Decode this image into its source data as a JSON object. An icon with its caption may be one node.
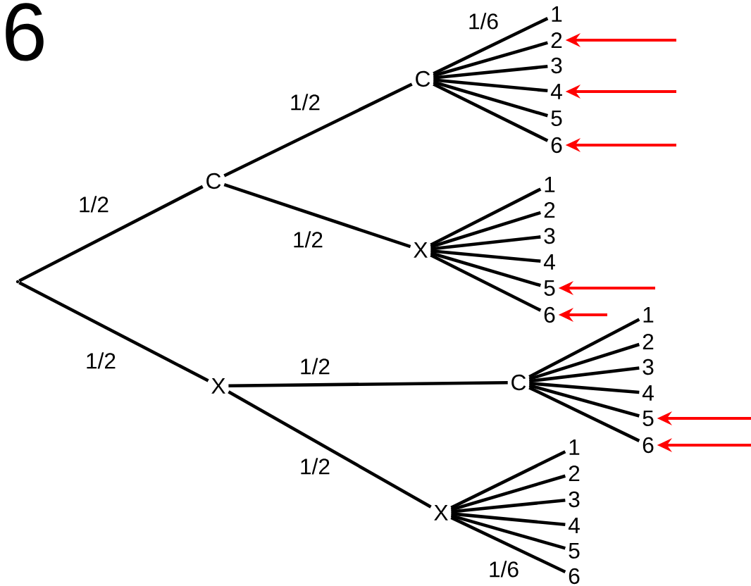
{
  "diagram": {
    "nodes": [
      {
        "text": [],
        "shape": "point"
      },
      {
        "text": [
          "C"
        ]
      },
      {
        "text": [
          "X"
        ]
      },
      {
        "text": [
          "C"
        ]
      },
      {
        "text": [
          "X"
        ]
      },
      {
        "text": [
          "C"
        ]
      },
      {
        "text": [
          "X"
        ]
      },
      {
        "text": [
          "1"
        ]
      },
      {
        "text": [
          "2"
        ]
      },
      {
        "text": [
          "3"
        ]
      },
      {
        "text": [
          "4"
        ]
      },
      {
        "text": [
          "5"
        ]
      },
      {
        "text": [
          "6"
        ]
      },
      {
        "text": [
          "1"
        ]
      },
      {
        "text": [
          "2"
        ]
      },
      {
        "text": [
          "3"
        ]
      },
      {
        "text": [
          "4"
        ]
      },
      {
        "text": [
          "5"
        ]
      },
      {
        "text": [
          "6"
        ]
      },
      {
        "text": [
          "1"
        ]
      },
      {
        "text": [
          "2"
        ]
      },
      {
        "text": [
          "3"
        ]
      },
      {
        "text": [
          "4"
        ]
      },
      {
        "text": [
          "5"
        ]
      },
      {
        "text": [
          "6"
        ]
      },
      {
        "text": [
          "1"
        ]
      },
      {
        "text": [
          "2"
        ]
      },
      {
        "text": [
          "3"
        ]
      },
      {
        "text": [
          "4"
        ]
      },
      {
        "text": [
          "5"
        ]
      },
      {
        "text": [
          "6"
        ]
      }
    ],
    "edges": [
      {
        "from": 0,
        "to": 1,
        "arrow": "none",
        "label": "1/2"
      },
      {
        "from": 0,
        "to": 2,
        "arrow": "none",
        "label": "1/2"
      },
      {
        "from": 1,
        "to": 3,
        "arrow": "none",
        "label": "1/2"
      },
      {
        "from": 1,
        "to": 4,
        "arrow": "none",
        "label": "1/2"
      },
      {
        "from": 2,
        "to": 5,
        "arrow": "none",
        "label": "1/2"
      },
      {
        "from": 2,
        "to": 6,
        "arrow": "none",
        "label": "1/2"
      },
      {
        "from": 3,
        "to": 7,
        "arrow": "none",
        "label": "1/6"
      },
      {
        "from": 3,
        "to": 8,
        "arrow": "none"
      },
      {
        "from": 3,
        "to": 9,
        "arrow": "none"
      },
      {
        "from": 3,
        "to": 10,
        "arrow": "none"
      },
      {
        "from": 3,
        "to": 11,
        "arrow": "none"
      },
      {
        "from": 3,
        "to": 12,
        "arrow": "none"
      },
      {
        "from": 4,
        "to": 13,
        "arrow": "none"
      },
      {
        "from": 4,
        "to": 14,
        "arrow": "none"
      },
      {
        "from": 4,
        "to": 15,
        "arrow": "none"
      },
      {
        "from": 4,
        "to": 16,
        "arrow": "none"
      },
      {
        "from": 4,
        "to": 17,
        "arrow": "none"
      },
      {
        "from": 4,
        "to": 18,
        "arrow": "none"
      },
      {
        "from": 5,
        "to": 19,
        "arrow": "none"
      },
      {
        "from": 5,
        "to": 20,
        "arrow": "none"
      },
      {
        "from": 5,
        "to": 21,
        "arrow": "none"
      },
      {
        "from": 5,
        "to": 22,
        "arrow": "none"
      },
      {
        "from": 5,
        "to": 23,
        "arrow": "none"
      },
      {
        "from": 5,
        "to": 24,
        "arrow": "none"
      },
      {
        "from": 6,
        "to": 25,
        "arrow": "none"
      },
      {
        "from": 6,
        "to": 26,
        "arrow": "none"
      },
      {
        "from": 6,
        "to": 27,
        "arrow": "none"
      },
      {
        "from": 6,
        "to": 28,
        "arrow": "none"
      },
      {
        "from": 6,
        "to": 29,
        "arrow": "none"
      },
      {
        "from": 6,
        "to": 30,
        "arrow": "none",
        "label": "1/6"
      },
      {
        "from": null,
        "to": 8,
        "arrow": "to",
        "color": "#ff0000"
      },
      {
        "from": null,
        "to": 10,
        "arrow": "to",
        "color": "#ff0000"
      },
      {
        "from": null,
        "to": 12,
        "arrow": "to",
        "color": "#ff0000"
      },
      {
        "from": null,
        "to": 17,
        "arrow": "to",
        "color": "#ff0000"
      },
      {
        "from": null,
        "to": 18,
        "arrow": "to",
        "color": "#ff0000"
      },
      {
        "from": null,
        "to": 23,
        "arrow": "to",
        "color": "#ff0000"
      },
      {
        "from": null,
        "to": 24,
        "arrow": "to",
        "color": "#ff0000"
      }
    ],
    "labels": [
      "6"
    ]
  }
}
